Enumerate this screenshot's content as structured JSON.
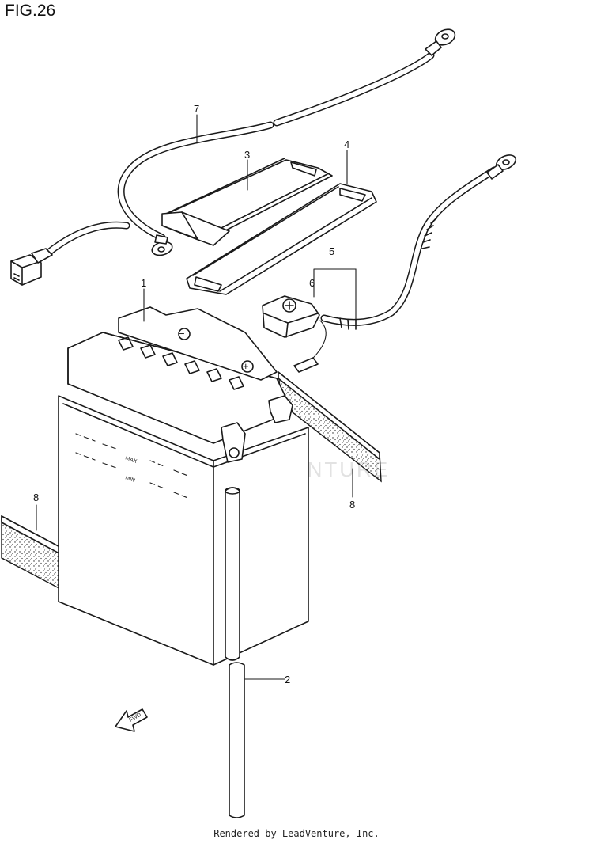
{
  "figure": {
    "title": "FIG.26",
    "footer": "Rendered by LeadVenture, Inc.",
    "watermark": "LEADVENTURE"
  },
  "battery": {
    "level_max_label": "MAX",
    "level_min_label": "MIN",
    "terminal_neg": "−",
    "terminal_pos": "+"
  },
  "fwd_label": "FWD",
  "callouts": [
    {
      "id": "part-1",
      "label": "1"
    },
    {
      "id": "part-2",
      "label": "2"
    },
    {
      "id": "part-3",
      "label": "3"
    },
    {
      "id": "part-4",
      "label": "4"
    },
    {
      "id": "part-5",
      "label": "5"
    },
    {
      "id": "part-6",
      "label": "6"
    },
    {
      "id": "part-7",
      "label": "7"
    },
    {
      "id": "part-8-left",
      "label": "8"
    },
    {
      "id": "part-8-right",
      "label": "8"
    }
  ]
}
